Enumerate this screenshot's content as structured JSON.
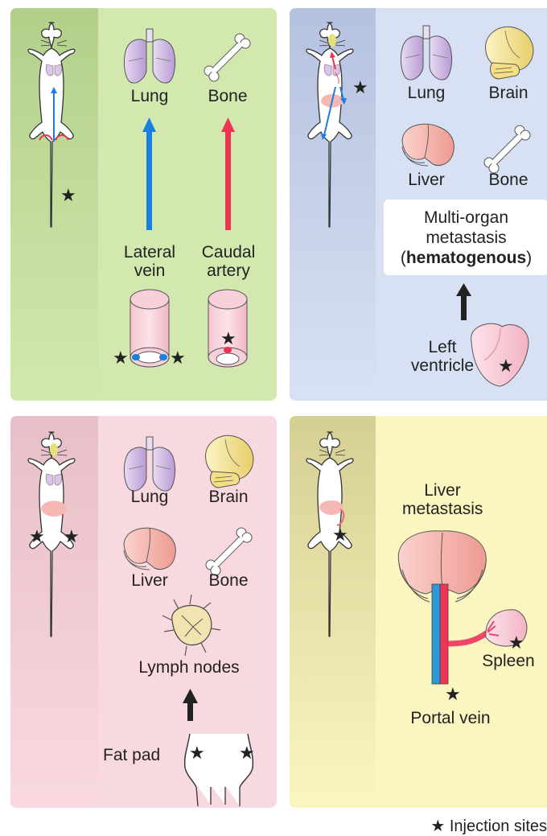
{
  "panels": {
    "tail_vein": {
      "lung": "Lung",
      "bone": "Bone",
      "lateral_vein": "Lateral\nvein",
      "caudal_artery": "Caudal\nartery"
    },
    "intracardiac": {
      "lung": "Lung",
      "brain": "Brain",
      "liver": "Liver",
      "bone": "Bone",
      "multi_organ_line1": "Multi-organ",
      "multi_organ_line2": "metastasis",
      "multi_organ_paren_open": "(",
      "multi_organ_bold": "hematogenous",
      "multi_organ_paren_close": ")",
      "left_ventricle": "Left\nventricle"
    },
    "fat_pad": {
      "lung": "Lung",
      "brain": "Brain",
      "liver": "Liver",
      "bone": "Bone",
      "lymph_nodes": "Lymph nodes",
      "fat_pad": "Fat pad"
    },
    "spleen": {
      "liver_metastasis": "Liver\nmetastasis",
      "spleen": "Spleen",
      "portal_vein": "Portal vein"
    }
  },
  "legend": {
    "star": "★",
    "text": "Injection sites"
  },
  "colors": {
    "green_panel": "#d2e8ae",
    "green_strip": "#b6d48f",
    "blue_panel": "#d8e1f4",
    "blue_strip": "#b9c6e2",
    "pink_panel": "#f8d9df",
    "pink_strip": "#ecc4cb",
    "yellow_panel": "#fbf5bf",
    "yellow_strip": "#ddd79e",
    "vein_blue": "#1a7fe0",
    "artery_red": "#ee3355"
  }
}
